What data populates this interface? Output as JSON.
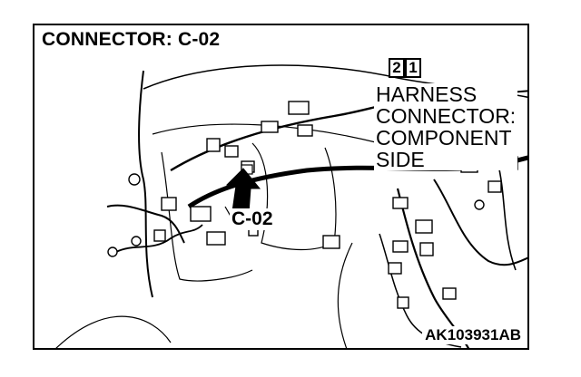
{
  "title": "CONNECTOR: C-02",
  "pins": [
    "2",
    "1"
  ],
  "harness_label": {
    "line1": "HARNESS",
    "line2": "CONNECTOR:",
    "line3": "COMPONENT",
    "line4": "SIDE"
  },
  "connector_callout": "C-02",
  "figure_code": "AK103931AB"
}
